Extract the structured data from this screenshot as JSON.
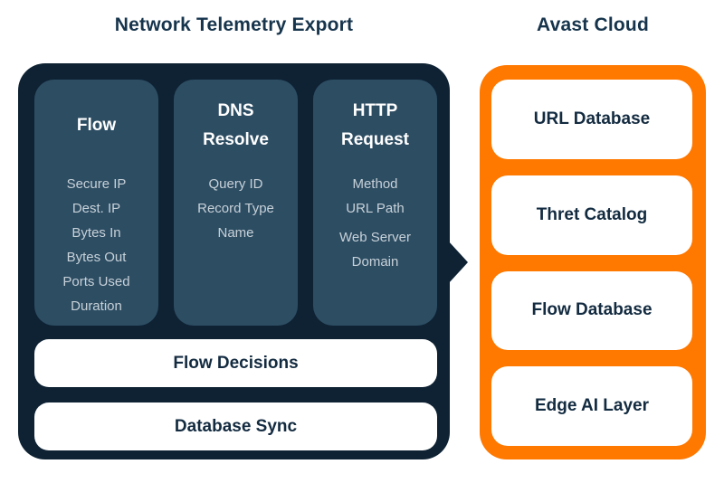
{
  "colors": {
    "panel_dark": "#0e2233",
    "column_slate": "#2d4d63",
    "accent_orange": "#ff7800",
    "title_text": "#16344c",
    "label_text": "#132b40",
    "item_text": "#c7d1d8"
  },
  "left": {
    "title": "Network Telemetry Export",
    "columns": [
      {
        "heading": "Flow",
        "items": [
          "Secure IP",
          "Dest. IP",
          "Bytes In",
          "Bytes Out",
          "Ports Used",
          "Duration"
        ]
      },
      {
        "heading": "DNS Resolve",
        "items": [
          "Query ID",
          "Record Type",
          "Name"
        ]
      },
      {
        "heading": "HTTP Request",
        "items": [
          "Method",
          "URL Path",
          "Web Server Domain"
        ]
      }
    ],
    "bars": [
      "Flow Decisions",
      "Database Sync"
    ]
  },
  "right": {
    "title": "Avast Cloud",
    "boxes": [
      "URL Database",
      "Thret Catalog",
      "Flow Database",
      "Edge AI Layer"
    ]
  }
}
